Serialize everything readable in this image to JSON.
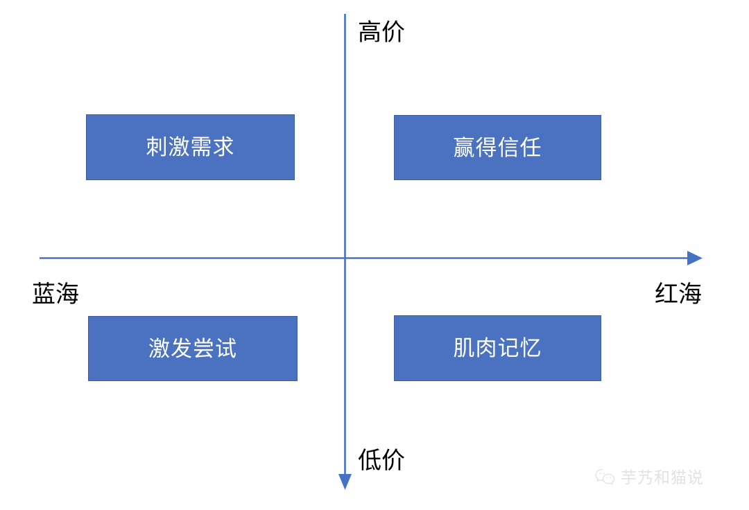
{
  "diagram": {
    "type": "2x2-quadrant-matrix",
    "axes": {
      "vertical": {
        "top_label": "高价",
        "bottom_label": "低价",
        "color": "#4472C4",
        "arrow": "bottom"
      },
      "horizontal": {
        "left_label": "蓝海",
        "right_label": "红海",
        "color": "#4472C4",
        "arrow": "right"
      }
    },
    "box_fill": "#4A72C0",
    "box_border": "#3A5DA4",
    "box_text_color": "#FFFFFF",
    "quadrants": [
      {
        "position": "top-left",
        "label": "刺激需求"
      },
      {
        "position": "top-right",
        "label": "赢得信任"
      },
      {
        "position": "bottom-left",
        "label": "激发尝试"
      },
      {
        "position": "bottom-right",
        "label": "肌肉记忆"
      }
    ]
  },
  "watermark": {
    "icon": "wechat-icon",
    "text": "芋艿和猫说",
    "color": "#E2E2E2"
  }
}
